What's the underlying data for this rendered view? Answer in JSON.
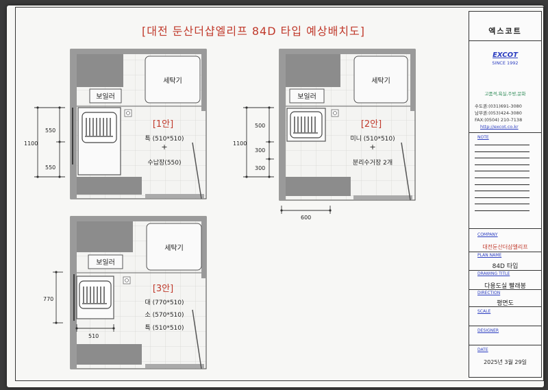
{
  "title": "[대전 둔산더샵엘리프 84D 타입 예상배치도]",
  "plans": [
    {
      "label": "[1안]",
      "washer": "세탁기",
      "boiler": "보일러",
      "lines": [
        "특 (510*510)",
        "+",
        "수납장(550)"
      ],
      "dims": [
        "1100",
        "550",
        "550"
      ]
    },
    {
      "label": "[2안]",
      "washer": "세탁기",
      "boiler": "보일러",
      "lines": [
        "미니 (510*510)",
        "+",
        "분리수거장 2개"
      ],
      "dims": [
        "1100",
        "500",
        "300",
        "300",
        "600"
      ]
    },
    {
      "label": "[3안]",
      "washer": "세탁기",
      "boiler": "보일러",
      "lines": [
        "대  (770*510)",
        "소  (570*510)",
        "특  (510*510)"
      ],
      "dims": [
        "770",
        "510"
      ]
    }
  ],
  "title_block": {
    "brand_korean": "엑스코트",
    "brand": "EXCOT",
    "since": "SINCE 1992",
    "tagline": "고품격,욕실,주방,문화",
    "contacts": [
      "수도권:(031)691-3080",
      "남부권:(053)424-3080",
      "FAX:(0504) 210-7138"
    ],
    "website": "http://excot.co.kr",
    "note_label": "NOTE",
    "company_label": "COMPANY",
    "company": "대전둔산더샵엘리프",
    "plan_name_label": "PLAN NAME",
    "plan_name": "84D 타입",
    "drawing_title_label": "DRAWING TITLE",
    "drawing_title": "다용도실 빨래봉",
    "direction_label": "DIRECTION",
    "direction": "평면도",
    "scale_label": "SCALE",
    "designer_label": "DESIGNER",
    "date_label": "DATE",
    "date": "2025년 3월 29일"
  },
  "colors": {
    "label_red": "#c0392b",
    "wall_gray": "#9a9a9a",
    "brand_blue": "#2a3cc0",
    "tagline_green": "#2e8b57"
  }
}
